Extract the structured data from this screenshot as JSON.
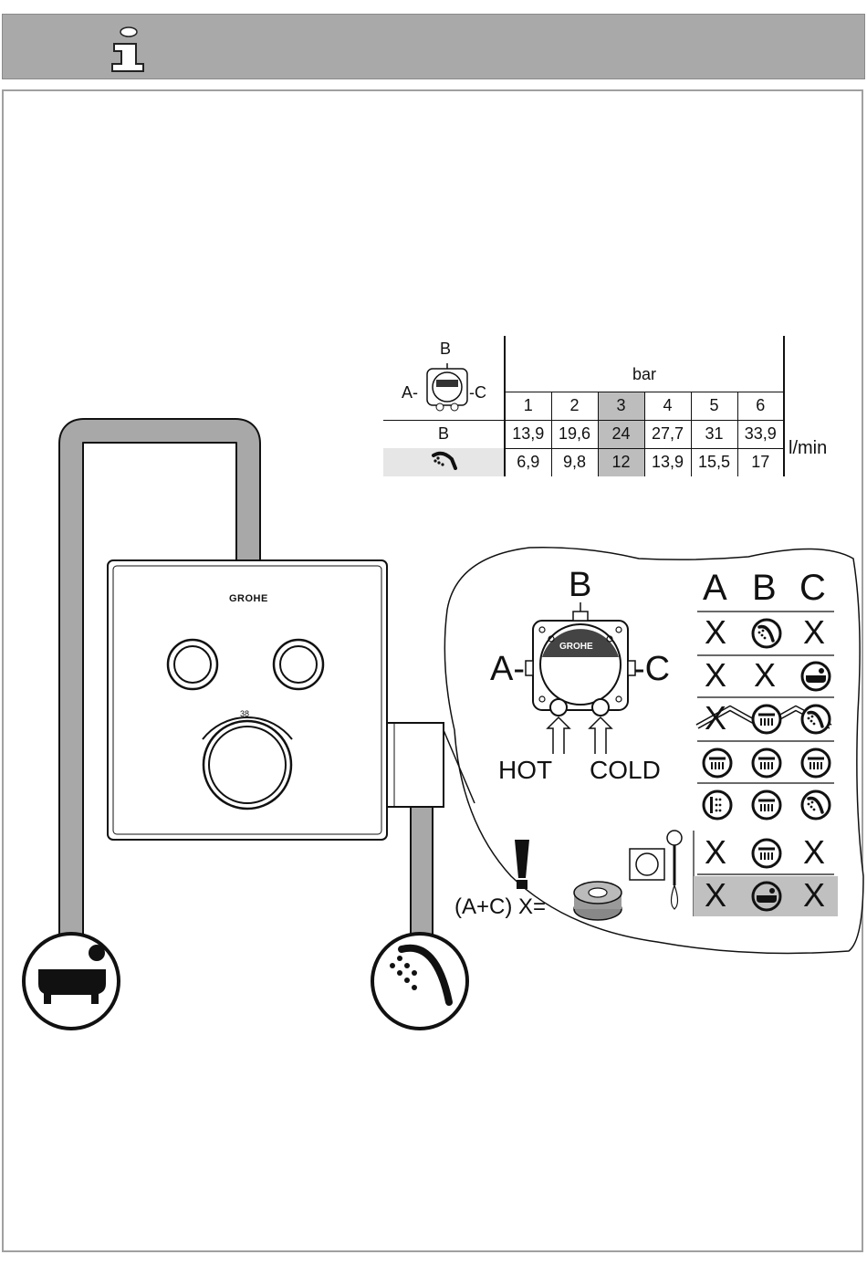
{
  "header": {
    "icon": "info-icon"
  },
  "flow_table": {
    "pressure_label": "bar",
    "pressures": [
      "1",
      "2",
      "3",
      "4",
      "5",
      "6"
    ],
    "highlight_pressure": "3",
    "unit": "l/min",
    "rows": [
      {
        "label": "B",
        "icon": "",
        "values": [
          "13,9",
          "19,6",
          "24",
          "27,7",
          "31",
          "33,9"
        ]
      },
      {
        "label": "",
        "icon": "hand-shower-icon",
        "values": [
          "6,9",
          "9,8",
          "12",
          "13,9",
          "15,5",
          "17"
        ]
      }
    ],
    "mini_diagram": {
      "top": "B",
      "left": "A-",
      "right": "-C"
    }
  },
  "valve": {
    "brand": "GROHE",
    "temperature_mark": "38"
  },
  "callout": {
    "top_label": "B",
    "left_label": "A-",
    "right_label": "-C",
    "hot_label": "HOT",
    "cold_label": "COLD",
    "columns": [
      "A",
      "B",
      "C"
    ],
    "x_mark": "X",
    "rows": [
      [
        "X",
        "hand-shower-icon",
        "X"
      ],
      [
        "X",
        "X",
        "bathtub-icon"
      ],
      [
        "X",
        "head-shower-icon",
        "hand-shower-icon"
      ],
      [
        "head-shower-icon",
        "head-shower-icon",
        "head-shower-icon"
      ],
      [
        "side-spray-icon",
        "head-shower-icon",
        "hand-shower-icon"
      ]
    ],
    "diverter_rows": [
      [
        "X",
        "head-shower-icon",
        "X"
      ],
      [
        "X",
        "bathtub-icon",
        "X"
      ]
    ]
  },
  "warning": {
    "icon": "exclamation-icon",
    "formula": "(A+C) X=",
    "plug_icon": "plug-icon"
  },
  "outlets": {
    "left": "bathtub-icon",
    "right": "hand-shower-icon"
  }
}
